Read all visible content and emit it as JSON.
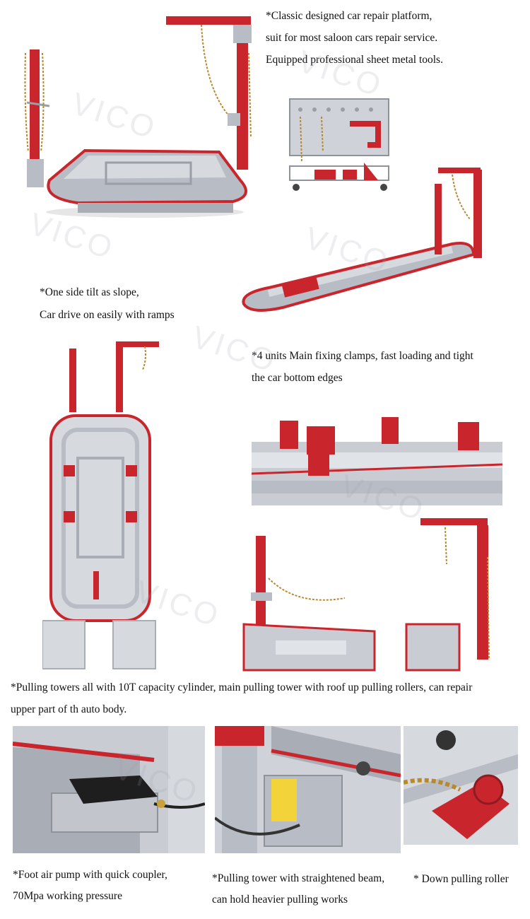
{
  "captions": {
    "platform_line1": "*Classic designed car repair platform,",
    "platform_line2": "suit for most saloon cars repair service.",
    "platform_line3": "Equipped professional sheet metal tools.",
    "tilt_line1": "*One side tilt as slope,",
    "tilt_line2": "Car drive on easily with ramps",
    "clamps_line1": "*4 units Main fixing clamps, fast loading and tight",
    "clamps_line2": "the car bottom edges",
    "towers_line1": "*Pulling towers all with 10T capacity cylinder, main pulling tower with roof up pulling rollers, can repair",
    "towers_line2": "upper part of th auto body.",
    "pump_line1": "*Foot air pump with quick coupler,",
    "pump_line2": "70Mpa working pressure",
    "beam_line1": "*Pulling tower with straightened beam,",
    "beam_line2": "can hold heavier pulling works",
    "roller_line1": "* Down pulling roller"
  },
  "watermark": "VICO",
  "colors": {
    "frame_red": "#c8262c",
    "platform_gray": "#b8bcc4",
    "deck_light": "#d6d9de"
  }
}
